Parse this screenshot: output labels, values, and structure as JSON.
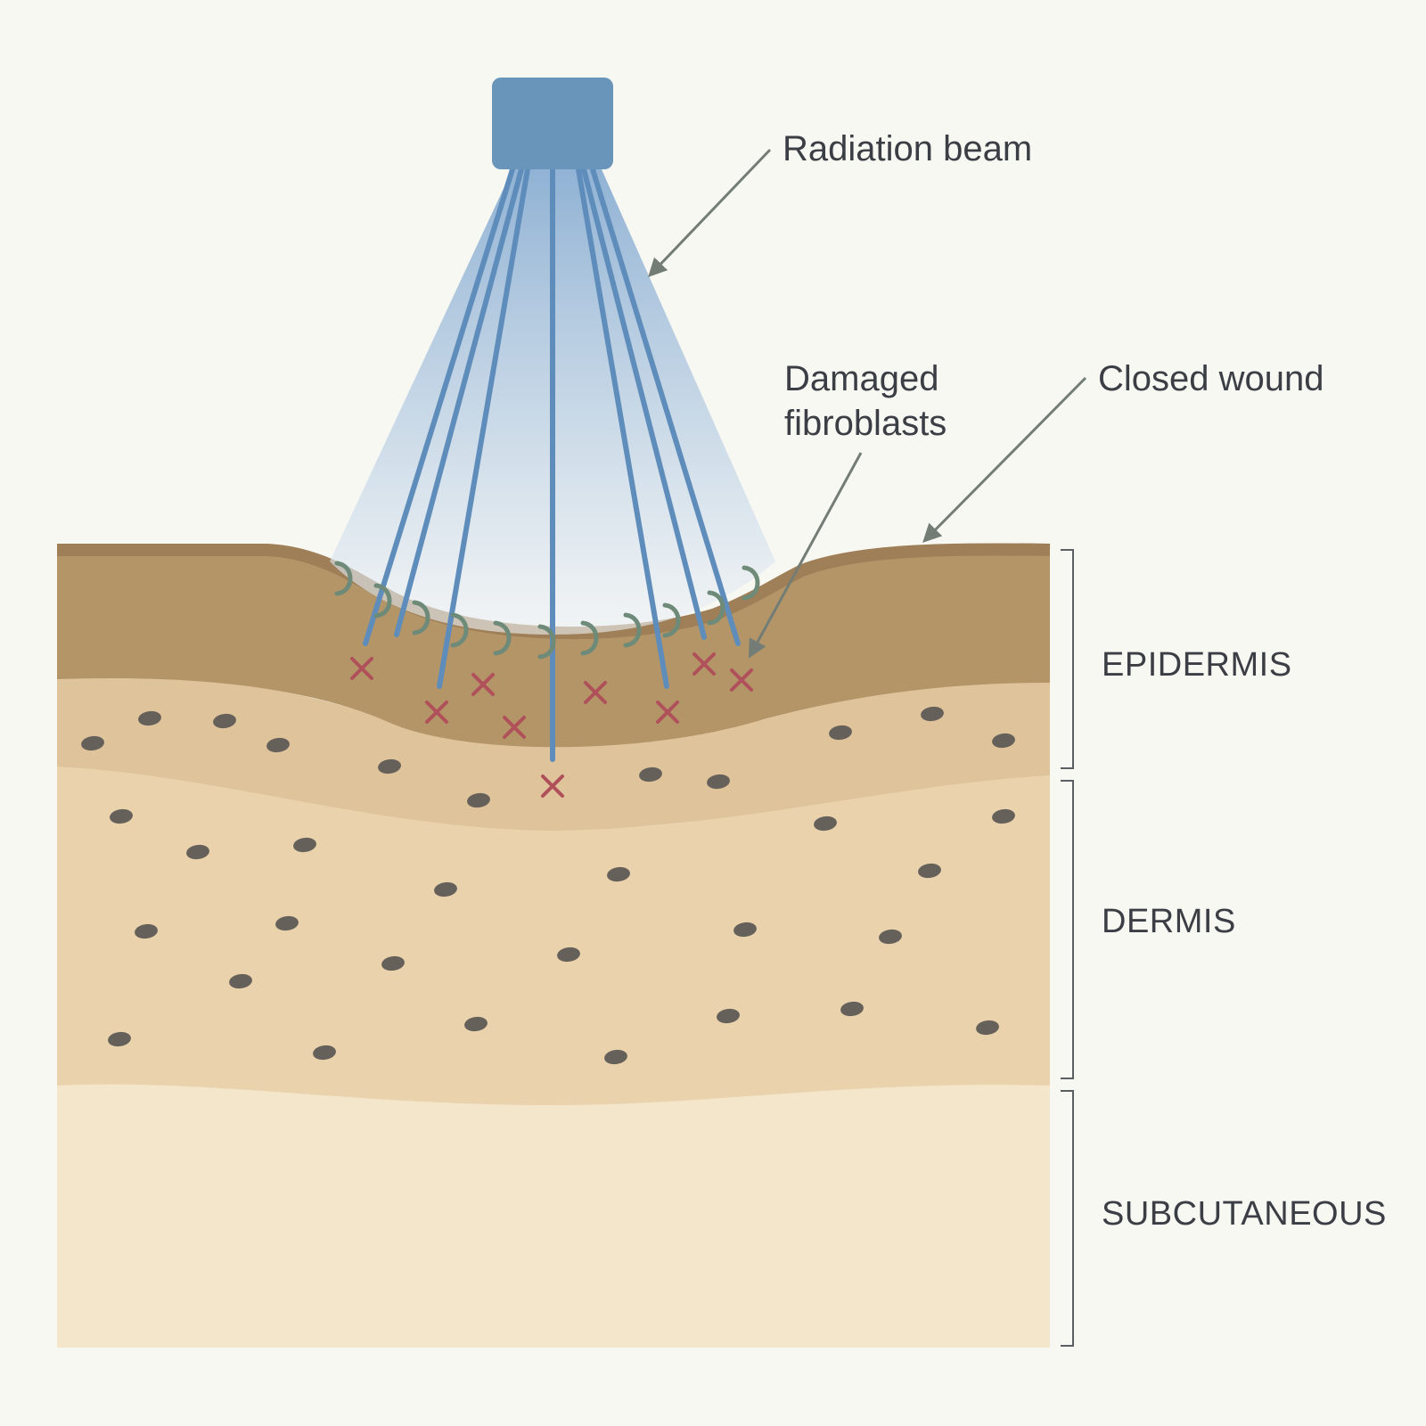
{
  "labels": {
    "radiation_beam": "Radiation beam",
    "damaged_fibroblasts_line1": "Damaged",
    "damaged_fibroblasts_line2": "fibroblasts",
    "closed_wound": "Closed wound"
  },
  "layers": {
    "epidermis": "EPIDERMIS",
    "dermis": "DERMIS",
    "subcutaneous": "SUBCUTANEOUS"
  },
  "colors": {
    "background": "#f8f8f3",
    "emitter": "#6a95bb",
    "beam_line": "#5f8dbb",
    "epidermis": "#b39568",
    "epidermis_top": "#9f7f57",
    "upper_dermis": "#dfc39b",
    "dermis": "#e9d2ac",
    "subcutaneous": "#f4e6cb",
    "cell": "#66605a",
    "damage_mark": "#b0505a",
    "repair_arc": "#6e8a78",
    "leader_line": "#737d75",
    "text": "#3b3f45"
  },
  "icons": {
    "emitter": "radiation-emitter-icon",
    "damage": "cross-icon",
    "repair": "arc-icon"
  }
}
